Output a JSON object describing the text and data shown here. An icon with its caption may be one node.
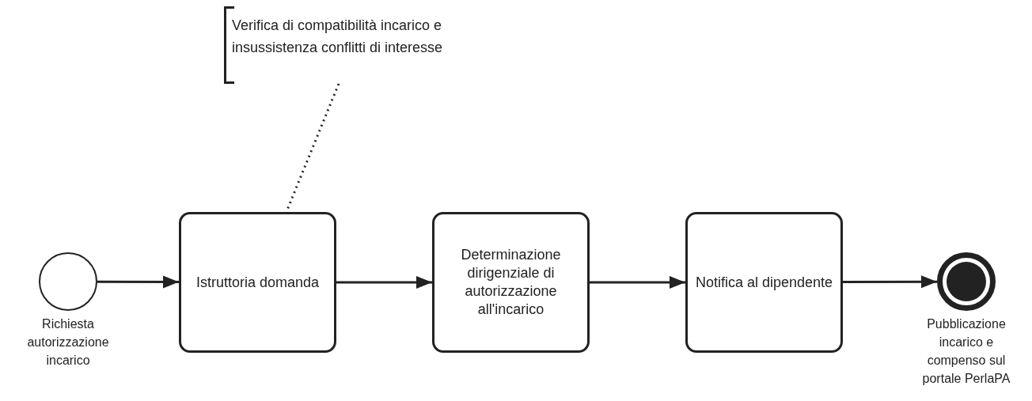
{
  "diagram": {
    "nodes": [
      {
        "text": [],
        "shape": "circle",
        "beside": [
          "Richiesta autorizzazione incarico"
        ]
      },
      {
        "text": [
          "Istruttoria domanda"
        ]
      },
      {
        "text": [
          "Determinazione dirigenziale di autorizzazione all'incarico"
        ]
      },
      {
        "text": [
          "Notifica al dipendente"
        ]
      },
      {
        "text": [],
        "shape": "circle",
        "beside": [
          "Pubblicazione incarico e compenso sul portale PerlaPA"
        ]
      },
      {
        "text": [
          "Verifica di compatibilità incarico e insussistenza conflitti di interesse"
        ]
      }
    ],
    "edges": [
      {
        "from": 0,
        "to": 1,
        "arrow": "to"
      },
      {
        "from": 1,
        "to": 2,
        "arrow": "to"
      },
      {
        "from": 2,
        "to": 3,
        "arrow": "to"
      },
      {
        "from": 3,
        "to": 4,
        "arrow": "to"
      },
      {
        "from": 5,
        "to": 1,
        "arrow": "none",
        "style": "dashed"
      }
    ]
  }
}
